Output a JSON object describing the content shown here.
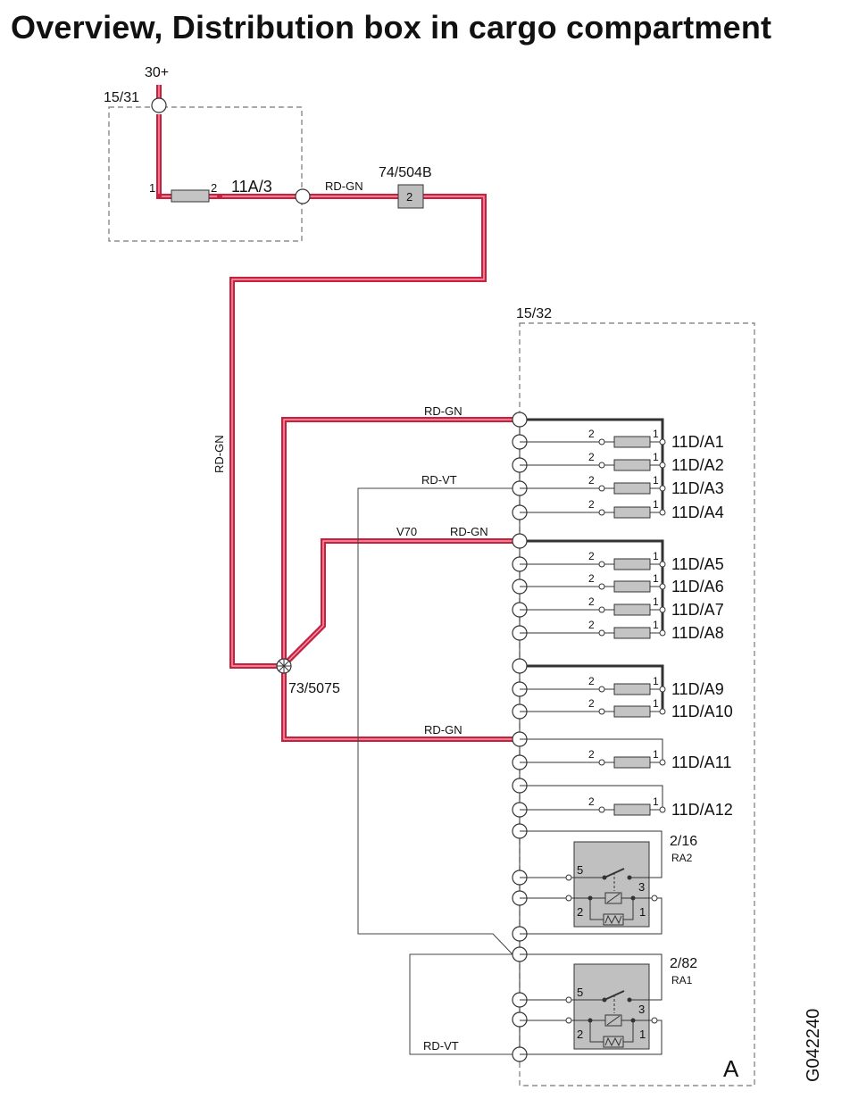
{
  "title": "Overview, Distribution box in cargo compartment",
  "doc_id": "G042240",
  "colors": {
    "power_wire": "#c8203f",
    "power_wire_core": "#f4a0b4",
    "bus": "#333333",
    "relay_fill": "#c0c0c0",
    "fuse_fill": "#c4c4c4",
    "dashed": "#777777"
  },
  "labels": {
    "supply": "30+",
    "box_top": "15/31",
    "pin1": "1",
    "pin2": "2",
    "main_fuse": "11A/3",
    "wire_rdgn": "RD-GN",
    "wire_rdvt": "RD-VT",
    "connector": "74/504B",
    "connector_pin": "2",
    "box_main": "15/32",
    "splice": "73/5075",
    "v70": "V70",
    "box_corner": "A"
  },
  "fuses": [
    "11D/A1",
    "11D/A2",
    "11D/A3",
    "11D/A4",
    "11D/A5",
    "11D/A6",
    "11D/A7",
    "11D/A8",
    "11D/A9",
    "11D/A10",
    "11D/A11",
    "11D/A12"
  ],
  "relays": [
    {
      "id": "2/16",
      "name": "RA2",
      "pins": [
        "5",
        "3",
        "2",
        "1"
      ]
    },
    {
      "id": "2/82",
      "name": "RA1",
      "pins": [
        "5",
        "3",
        "2",
        "1"
      ]
    }
  ]
}
